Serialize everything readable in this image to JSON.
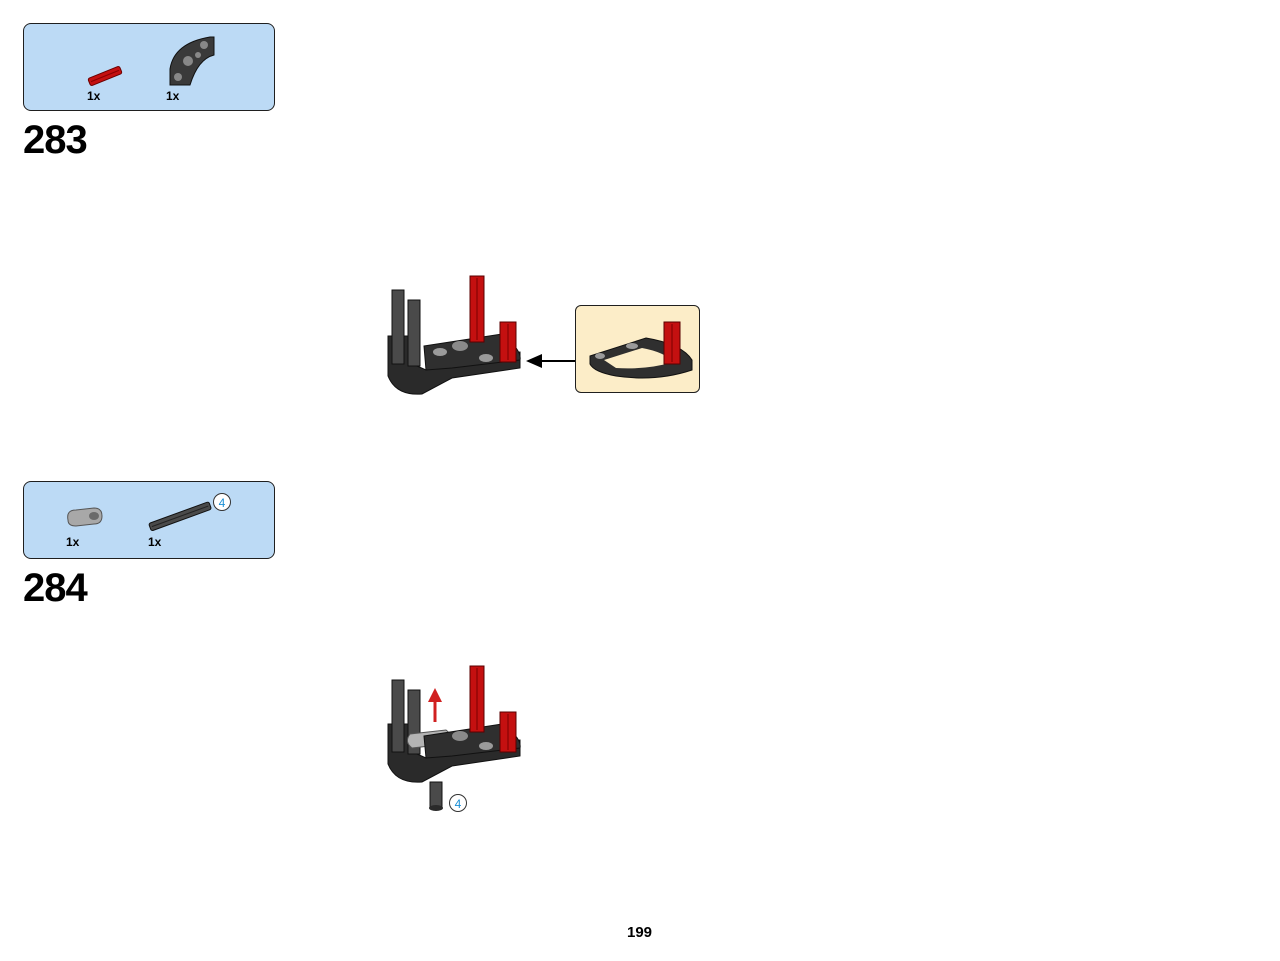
{
  "steps": [
    {
      "number": "283",
      "parts": [
        {
          "qty": "1x",
          "icon": "red-axle-icon"
        },
        {
          "qty": "1x",
          "icon": "quarter-round-beam-icon"
        }
      ]
    },
    {
      "number": "284",
      "parts": [
        {
          "qty": "1x",
          "icon": "grey-connector-icon"
        },
        {
          "qty": "1x",
          "icon": "dark-axle-icon",
          "length": "4"
        }
      ],
      "assembly_length": "4"
    }
  ],
  "page_number": "199",
  "colors": {
    "parts_box_bg": "#bcdaf5",
    "callout_bg": "#fcedc8",
    "red_part": "#c41010",
    "dark_part": "#2f2f2f",
    "light_part": "#a8a8a8",
    "length_badge_text": "#1a8fd6"
  }
}
